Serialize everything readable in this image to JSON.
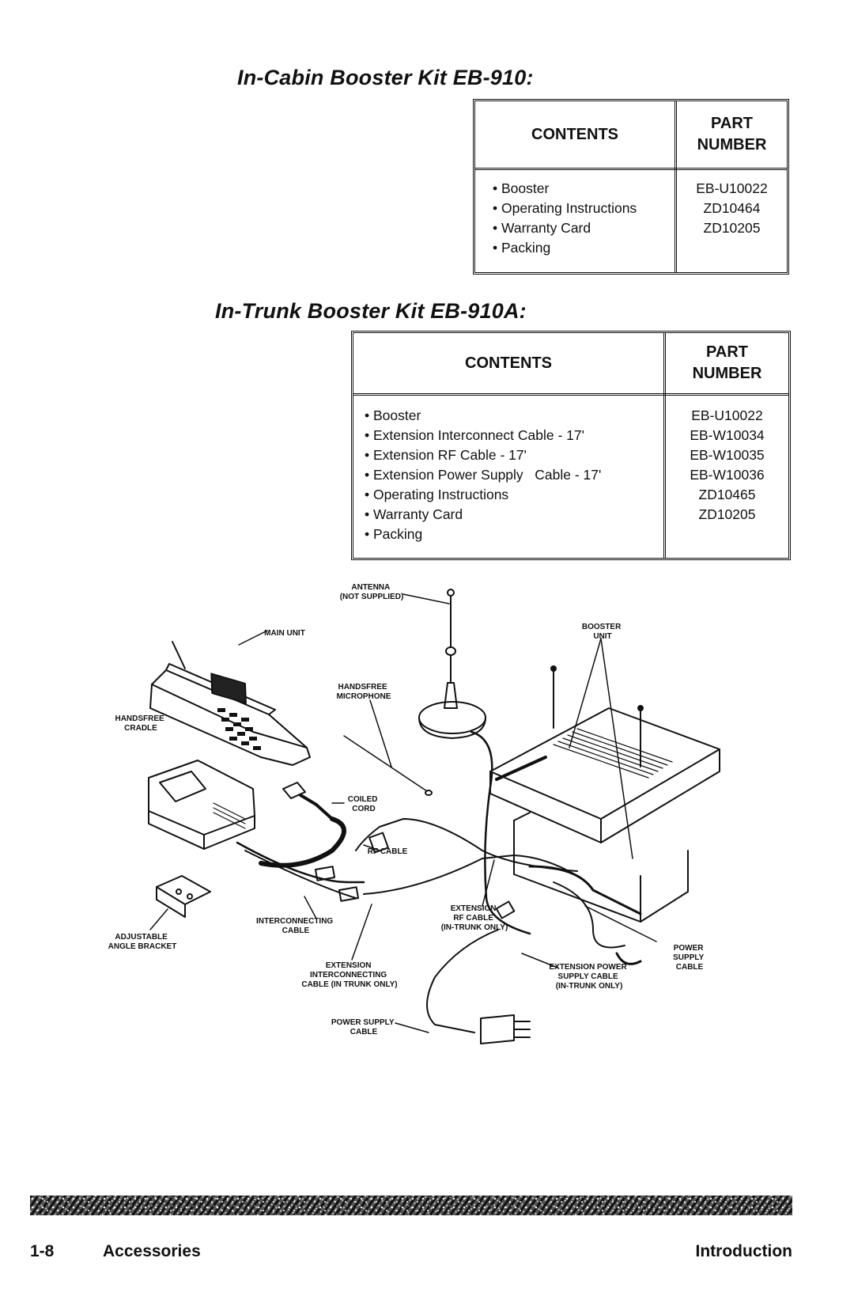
{
  "kits": [
    {
      "title": "In-Cabin Booster Kit EB-910:",
      "header_contents": "CONTENTS",
      "header_part_number": "PART NUMBER",
      "items": [
        "• Booster",
        "• Operating Instructions",
        "• Warranty Card",
        "• Packing"
      ],
      "part_numbers": [
        "EB-U10022",
        "ZD10464",
        "ZD10205"
      ]
    },
    {
      "title": "In-Trunk Booster Kit EB-910A:",
      "header_contents": "CONTENTS",
      "header_part_number": "PART NUMBER",
      "items": [
        "• Booster",
        "• Extension Interconnect Cable - 17'",
        "• Extension RF Cable - 17'",
        "• Extension Power Supply   Cable - 17'",
        "• Operating Instructions",
        "• Warranty Card",
        "• Packing"
      ],
      "part_numbers": [
        "EB-U10022",
        "EB-W10034",
        "EB-W10035",
        "EB-W10036",
        "ZD10465",
        "ZD10205"
      ]
    }
  ],
  "diagram_labels": {
    "antenna": [
      "ANTENNA",
      "(NOT SUPPLIED)"
    ],
    "main_unit": [
      "MAIN UNIT"
    ],
    "booster_unit": [
      "BOOSTER",
      "UNIT"
    ],
    "handsfree_microphone": [
      "HANDSFREE",
      "MICROPHONE"
    ],
    "handsfree_cradle": [
      "HANDSFREE",
      "CRADLE"
    ],
    "coiled_cord": [
      "COILED",
      "CORD"
    ],
    "rf_cable": [
      "RF CABLE"
    ],
    "interconnecting_cable": [
      "INTERCONNECTING",
      "CABLE"
    ],
    "extension_rf_cable": [
      "EXTENSION",
      "RF CABLE",
      "(IN-TRUNK ONLY)"
    ],
    "power_supply_cable_right": [
      "POWER",
      "SUPPLY",
      "CABLE"
    ],
    "adjustable_angle_bracket": [
      "ADJUSTABLE",
      "ANGLE BRACKET"
    ],
    "extension_interconnecting_cable": [
      "EXTENSION",
      "INTERCONNECTING",
      "CABLE (IN TRUNK ONLY)"
    ],
    "extension_power_supply_cable": [
      "EXTENSION POWER",
      "SUPPLY CABLE",
      "(IN-TRUNK ONLY)"
    ],
    "power_supply_cable_bottom": [
      "POWER SUPPLY",
      "CABLE"
    ]
  },
  "footer": {
    "page": "1-8",
    "section": "Accessories",
    "chapter": "Introduction"
  }
}
